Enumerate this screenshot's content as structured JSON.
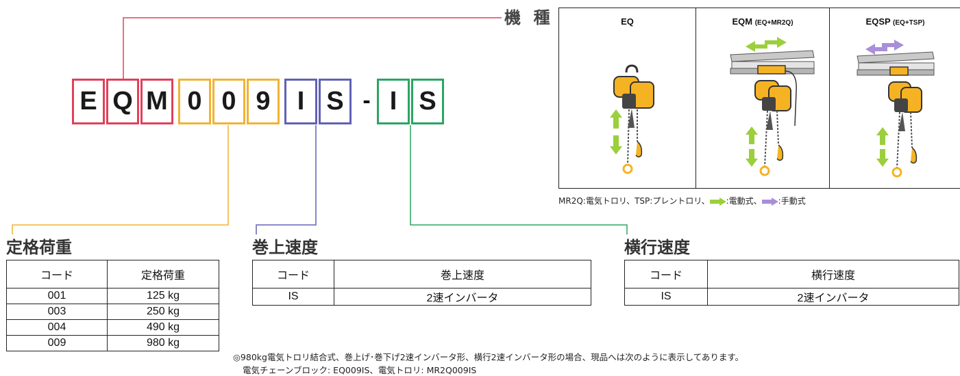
{
  "colors": {
    "red": "#e0405a",
    "orange": "#f2b233",
    "blue": "#6060b8",
    "green": "#2aa564",
    "electric_arrow": "#9bcf3c",
    "manual_arrow": "#a88fd8"
  },
  "model": {
    "label": "機 種",
    "chars": [
      "E",
      "Q",
      "M",
      "0",
      "0",
      "9",
      "I",
      "S",
      "-",
      "I",
      "S"
    ]
  },
  "panel": {
    "columns": [
      {
        "name": "EQ",
        "sub": ""
      },
      {
        "name": "EQM",
        "sub": "(EQ+MR2Q)"
      },
      {
        "name": "EQSP",
        "sub": "(EQ+TSP)"
      }
    ],
    "note_prefix": "MR2Q:電気トロリ、TSP:プレントロリ、",
    "note_electric": ":電動式、",
    "note_manual": ":手動式"
  },
  "capacity": {
    "title": "定格荷重",
    "headers": [
      "コード",
      "定格荷重"
    ],
    "rows": [
      [
        "001",
        "125 kg"
      ],
      [
        "003",
        "250 kg"
      ],
      [
        "004",
        "490 kg"
      ],
      [
        "009",
        "980 kg"
      ]
    ]
  },
  "lifting": {
    "title": "巻上速度",
    "headers": [
      "コード",
      "巻上速度"
    ],
    "rows": [
      [
        "IS",
        "2速インバータ"
      ]
    ]
  },
  "traverse": {
    "title": "横行速度",
    "headers": [
      "コード",
      "横行速度"
    ],
    "rows": [
      [
        "IS",
        "2速インバータ"
      ]
    ]
  },
  "footnote": {
    "line1": "◎980kg電気トロリ結合式、巻上げ･巻下げ2速インバータ形、横行2速インバータ形の場合、現品へは次のように表示してあります。",
    "line2": "電気チェーンブロック: EQ009IS、電気トロリ: MR2Q009IS"
  }
}
